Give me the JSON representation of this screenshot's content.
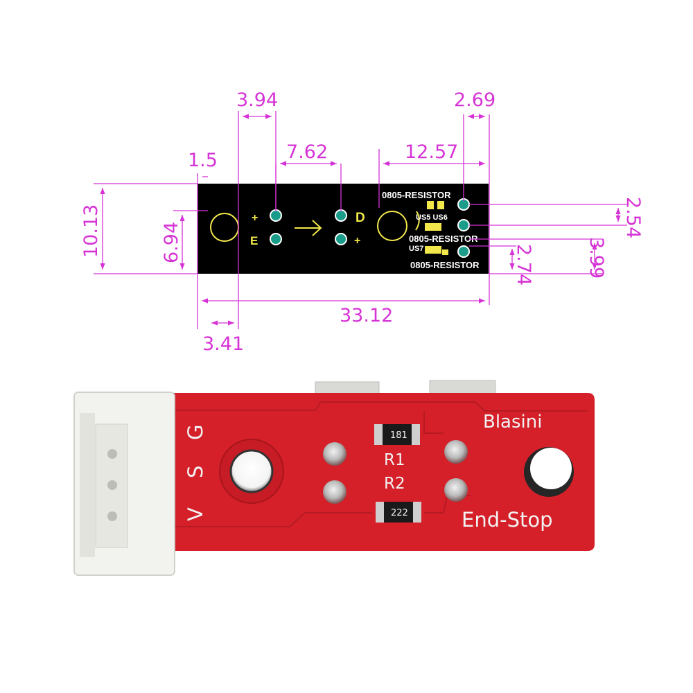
{
  "dimensions": {
    "d_3_94": "3.94",
    "d_2_69": "2.69",
    "d_7_62": "7.62",
    "d_12_57": "12.57",
    "d_1_5": "1.5",
    "d_10_13": "10.13",
    "d_6_94": "6.94",
    "d_2_54": "2.54",
    "d_3_99": "3.99",
    "d_2_74": "2.74",
    "d_33_12": "33.12",
    "d_3_41": "3.41"
  },
  "drawing_labels": {
    "plus_left": "+",
    "e_label": "E",
    "d_label": "D",
    "plus_right": "+",
    "resistor_top": "0805-RESISTOR",
    "us5_us6": "US5 US6",
    "resistor_mid": "0805-RESISTOR",
    "us7": "US7",
    "resistor_bottom": "0805-RESISTOR"
  },
  "board_labels": {
    "pin_v": "V",
    "pin_s": "S",
    "pin_g": "G",
    "brand": "Blasini",
    "r1": "R1",
    "r2": "R2",
    "r1_code": "181",
    "r2_code": "222",
    "name": "End-Stop"
  },
  "colors": {
    "dimension": "#d633d6",
    "drawing_board": "#000000",
    "silkscreen_yellow": "#f3e84b",
    "pad_teal": "#1a9c8a",
    "pcb_red": "#d5202a",
    "connector": "#f2f2ee"
  }
}
